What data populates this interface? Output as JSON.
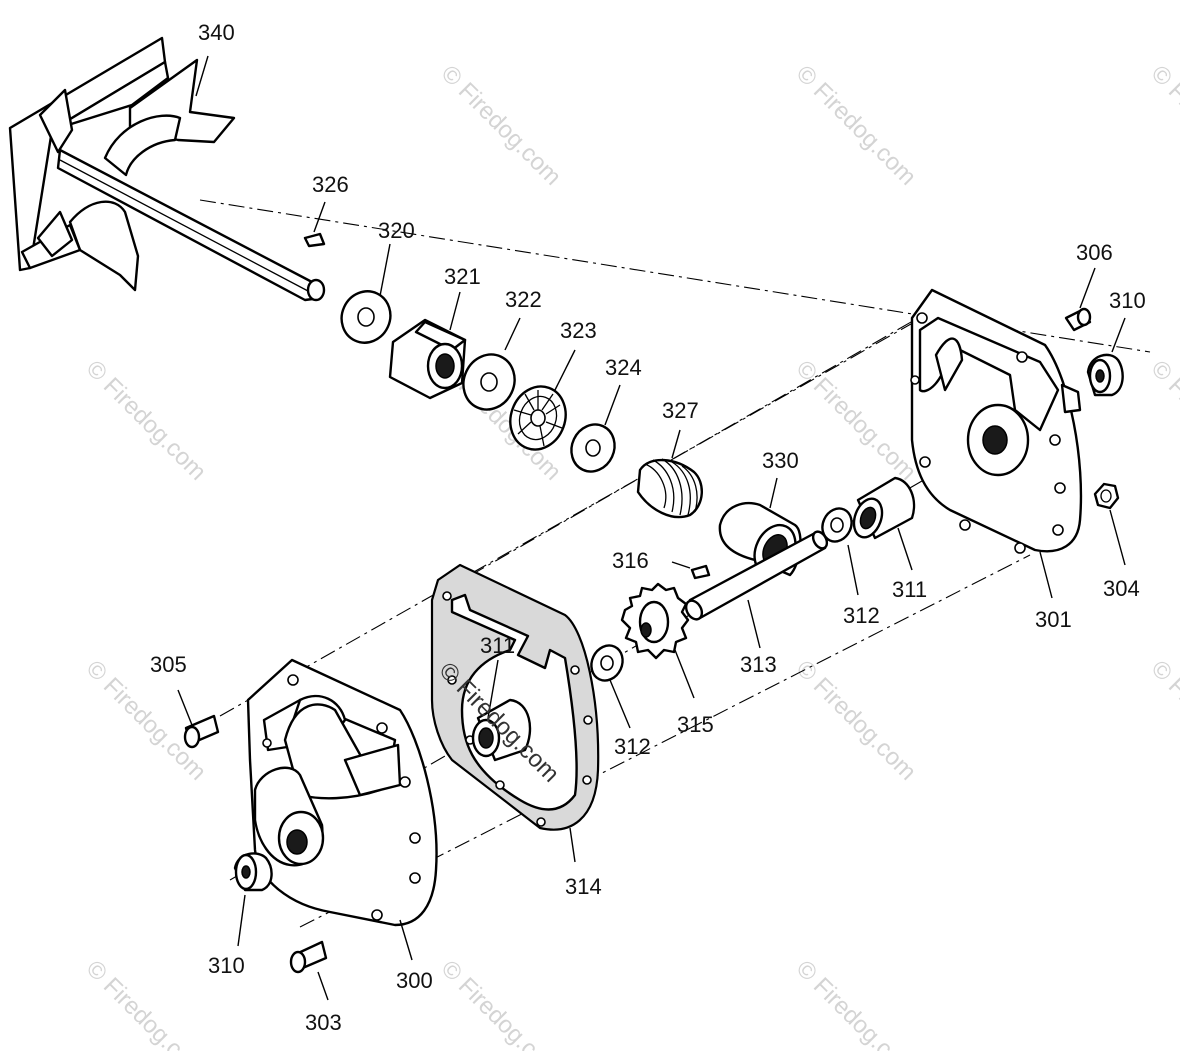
{
  "watermark": {
    "text": "© Firedog.com",
    "color": "#d4d4d4"
  },
  "callouts": {
    "p340": "340",
    "p326": "326",
    "p320": "320",
    "p321": "321",
    "p322": "322",
    "p323": "323",
    "p324": "324",
    "p327": "327",
    "p330": "330",
    "p316": "316",
    "p311_left": "311",
    "p305": "305",
    "p314": "314",
    "p312_left": "312",
    "p315": "315",
    "p313": "313",
    "p312_right": "312",
    "p311_right": "311",
    "p301": "301",
    "p304": "304",
    "p306": "306",
    "p310_right": "310",
    "p310_left": "310",
    "p300": "300",
    "p303": "303"
  }
}
